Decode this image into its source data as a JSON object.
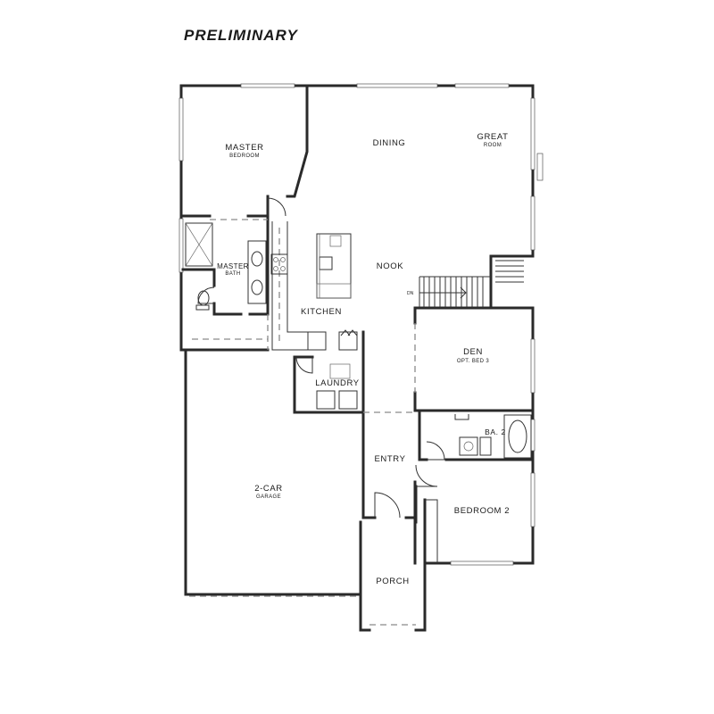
{
  "header": {
    "title": "PRELIMINARY"
  },
  "rooms": {
    "master_bedroom": {
      "line1": "MASTER",
      "line2": "BEDROOM"
    },
    "dining": {
      "label": "DINING"
    },
    "great_room": {
      "line1": "GREAT",
      "line2": "ROOM"
    },
    "master_bath": {
      "line1": "MASTER",
      "line2": "BATH"
    },
    "nook": {
      "label": "NOOK"
    },
    "kitchen": {
      "label": "KITCHEN"
    },
    "den": {
      "line1": "DEN",
      "line2": "OPT. BED 3"
    },
    "laundry": {
      "label": "LAUNDRY"
    },
    "bath2": {
      "label": "BA. 2"
    },
    "entry": {
      "label": "ENTRY"
    },
    "garage": {
      "line1": "2-CAR",
      "line2": "GARAGE"
    },
    "bedroom2": {
      "label": "BEDROOM 2"
    },
    "porch": {
      "label": "PORCH"
    }
  },
  "stairs": {
    "direction_label": "DN"
  },
  "colors": {
    "wall": "#2a2a2a",
    "opening": "#8a8a8a",
    "background": "#ffffff"
  }
}
